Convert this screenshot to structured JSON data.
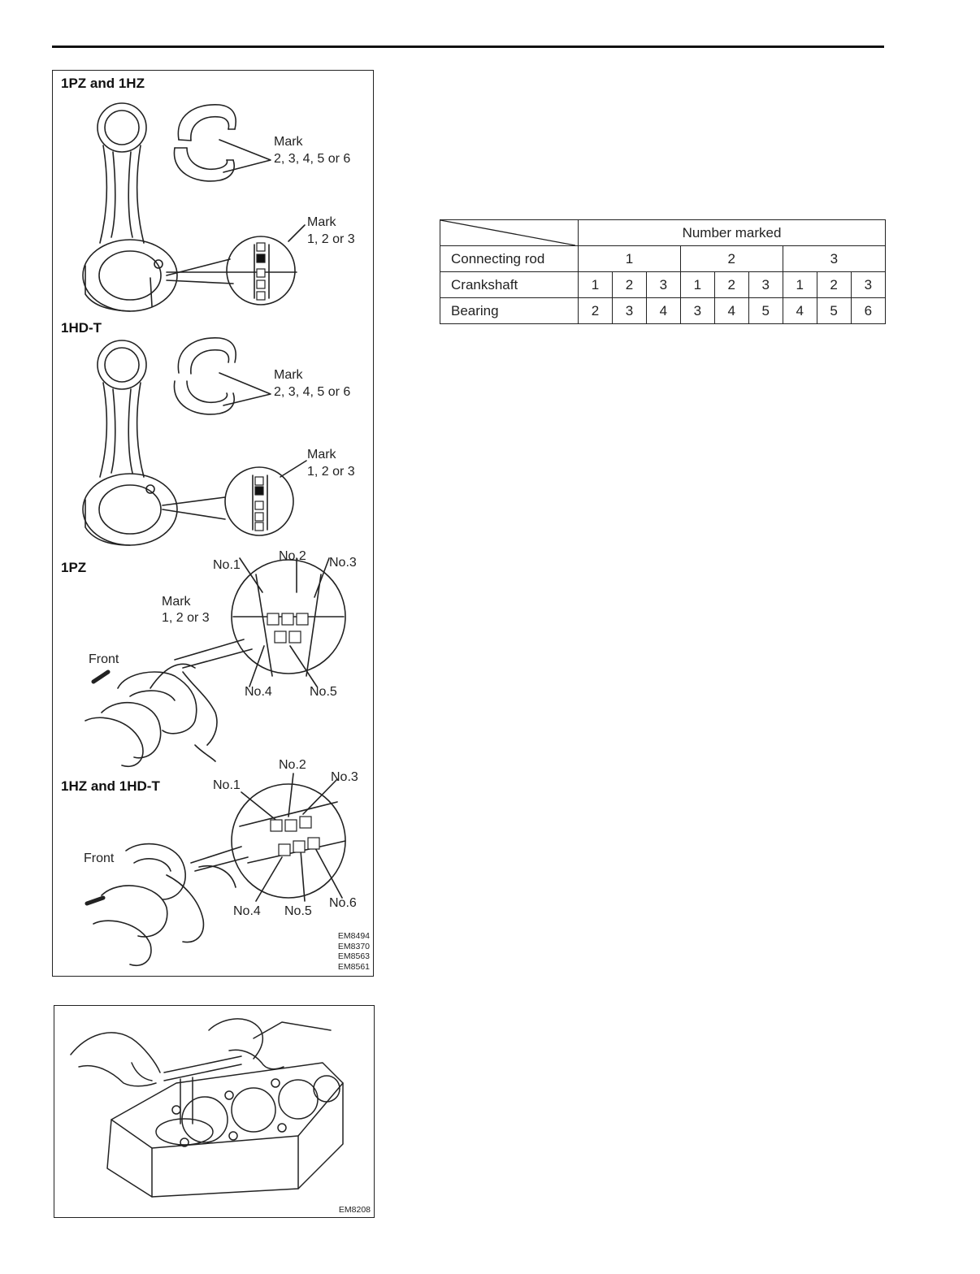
{
  "figure1": {
    "sections": [
      {
        "heading": "1PZ and 1HZ",
        "mark_bearing": "Mark",
        "mark_bearing_values": "2, 3, 4, 5 or 6",
        "mark_rod": "Mark",
        "mark_rod_values": "1, 2 or 3"
      },
      {
        "heading": "1HD-T",
        "mark_bearing": "Mark",
        "mark_bearing_values": "2, 3, 4, 5 or 6",
        "mark_rod": "Mark",
        "mark_rod_values": "1, 2 or 3"
      },
      {
        "heading": "1PZ",
        "mark": "Mark",
        "mark_values": "1, 2 or 3",
        "front": "Front",
        "positions": [
          "No.1",
          "No.2",
          "No.3",
          "No.4",
          "No.5"
        ]
      },
      {
        "heading": "1HZ and 1HD-T",
        "front": "Front",
        "positions": [
          "No.1",
          "No.2",
          "No.3",
          "No.4",
          "No.5",
          "No.6"
        ]
      }
    ],
    "codes": [
      "EM8494",
      "EM8370",
      "EM8563",
      "EM8561"
    ]
  },
  "figure2": {
    "code": "EM8208"
  },
  "table": {
    "header": "Number marked",
    "rows": [
      {
        "label": "Connecting rod",
        "cells": [
          "1",
          "2",
          "3"
        ]
      },
      {
        "label": "Crankshaft",
        "cells": [
          "1",
          "2",
          "3",
          "1",
          "2",
          "3",
          "1",
          "2",
          "3"
        ]
      },
      {
        "label": "Bearing",
        "cells": [
          "2",
          "3",
          "4",
          "3",
          "4",
          "5",
          "4",
          "5",
          "6"
        ]
      }
    ]
  }
}
